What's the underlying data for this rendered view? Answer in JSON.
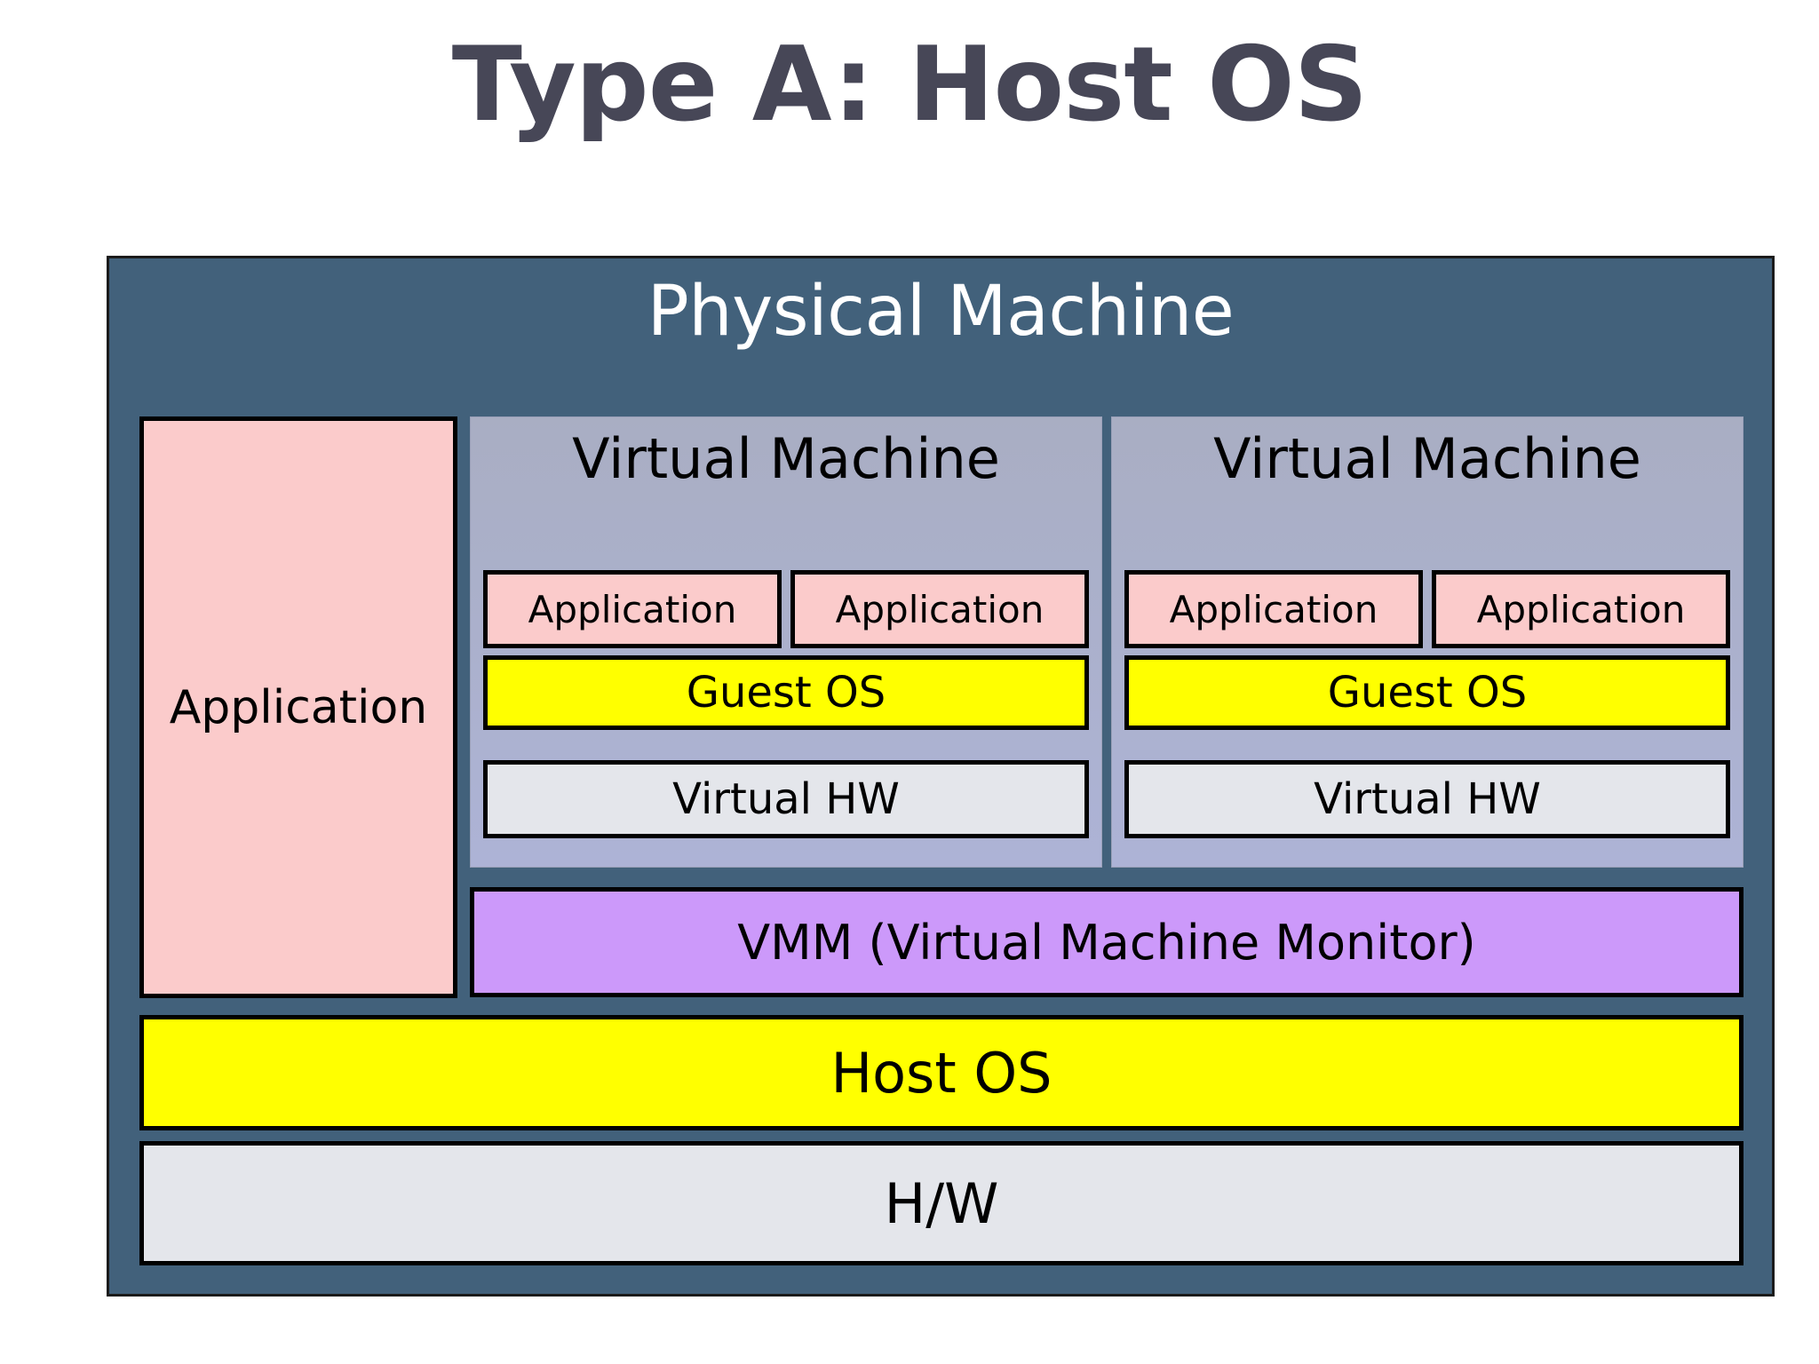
{
  "slide": {
    "title": "Type A: Host OS",
    "title_color": "#474757",
    "background_color": "#FFFFFF"
  },
  "diagram": {
    "type": "layered-architecture-diagram",
    "physical_machine": {
      "label": "Physical Machine",
      "fill_color": "#42617B",
      "text_color": "#FFFFFF",
      "border_color": "#1B1B1B"
    },
    "host_application": {
      "label": "Application",
      "fill_color": "#FBCBCB",
      "border_color": "#000000"
    },
    "virtual_machines": [
      {
        "label": "Virtual Machine",
        "fill_gradient_from": "#A9AEC3",
        "fill_gradient_to": "#ADB3D6",
        "applications": [
          {
            "label": "Application"
          },
          {
            "label": "Application"
          }
        ],
        "guest_os": {
          "label": "Guest OS",
          "fill_color": "#FFFF00"
        },
        "virtual_hw": {
          "label": "Virtual HW",
          "fill_color": "#E4E6EB"
        }
      },
      {
        "label": "Virtual Machine",
        "fill_gradient_from": "#A9AEC3",
        "fill_gradient_to": "#ADB3D6",
        "applications": [
          {
            "label": "Application"
          },
          {
            "label": "Application"
          }
        ],
        "guest_os": {
          "label": "Guest OS",
          "fill_color": "#FFFF00"
        },
        "virtual_hw": {
          "label": "Virtual HW",
          "fill_color": "#E4E6EB"
        }
      }
    ],
    "vmm": {
      "label": "VMM (Virtual Machine Monitor)",
      "fill_color": "#CC99FA",
      "border_color": "#000000"
    },
    "host_os": {
      "label": "Host OS",
      "fill_color": "#FFFF00",
      "border_color": "#000000"
    },
    "hardware": {
      "label": "H/W",
      "fill_color": "#E4E6EB",
      "border_color": "#000000"
    }
  }
}
